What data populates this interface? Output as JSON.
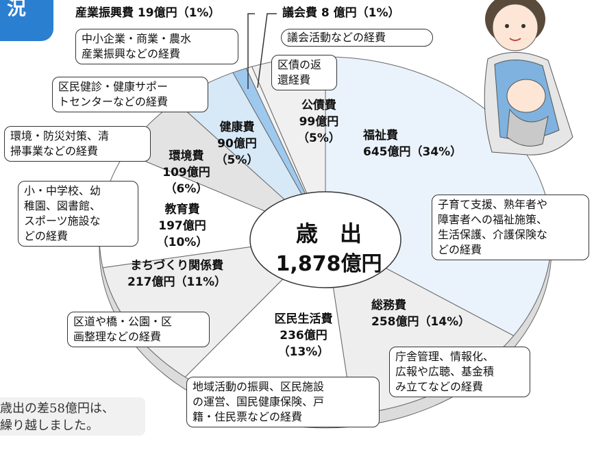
{
  "header": {
    "tab_text": "況"
  },
  "chart_data": {
    "type": "pie",
    "title": "歳　出",
    "total": "1,878億円",
    "categories": [
      "福祉費",
      "総務費",
      "区民生活費",
      "まちづくり関係費",
      "教育費",
      "環境費",
      "健康費",
      "産業振興費",
      "議会費",
      "公債費"
    ],
    "values": [
      645,
      258,
      236,
      217,
      197,
      109,
      90,
      19,
      8,
      99
    ],
    "unit": "億円",
    "labels": {
      "welfare": {
        "name": "福祉費",
        "amount": "645億円（34%）"
      },
      "general": {
        "name": "総務費",
        "amount": "258億円（14%）"
      },
      "citizen": {
        "name": "区民生活費",
        "amount": "236億円",
        "pct": "（13%）"
      },
      "town": {
        "name": "まちづくり関係費",
        "amount": "217億円（11%）"
      },
      "education": {
        "name": "教育費",
        "amount": "197億円",
        "pct": "（10%）"
      },
      "environment": {
        "name": "環境費",
        "amount": "109億円",
        "pct": "（6%）"
      },
      "health": {
        "name": "健康費",
        "amount": "90億円",
        "pct": "（5%）"
      },
      "industry": {
        "text": "産業振興費 19億円（1%）"
      },
      "assembly": {
        "text": "議会費 8 億円（1%）"
      },
      "debt": {
        "name": "公債費",
        "amount": "99億円",
        "pct": "（5%）"
      }
    },
    "notes": {
      "industry": [
        "中小企業・商業・農水",
        "産業振興などの経費"
      ],
      "assembly": [
        "議会活動などの経費"
      ],
      "debt": [
        "区債の返",
        "還経費"
      ],
      "health": [
        "区民健診・健康サポー",
        "トセンターなどの経費"
      ],
      "environment": [
        "環境・防災対策、清",
        "掃事業などの経費"
      ],
      "education": [
        "小・中学校、幼",
        "稚園、図書館、",
        "スポーツ施設な",
        "どの経費"
      ],
      "welfare": [
        "子育て支援、熟年者や",
        "障害者への福祉施策、",
        "生活保護、介護保険な",
        "どの経費"
      ],
      "general": [
        "庁舎管理、情報化、",
        "広報や広聴、基金積",
        "み立てなどの経費"
      ],
      "citizen": [
        "地域活動の振興、区民施設",
        "の運営、国民健康保険、戸",
        "籍・住民票などの経費"
      ],
      "town": [
        "区道や橋・公園・区",
        "画整理などの経費"
      ]
    },
    "colors": {
      "welfare": "#eaf3fb",
      "general": "#eeeeee",
      "citizen": "#ffffff",
      "town": "#eeeeee",
      "education": "#ffffff",
      "environment": "#e3e3e3",
      "health": "#d7e8f6",
      "industry": "#9ec9ee",
      "assembly": "#f3f3f3",
      "debt": "#f0f0f0",
      "tab": "#2b7fd1"
    }
  },
  "footer": {
    "lines": [
      "歳出の差58億円は、",
      "繰り越しました。"
    ]
  }
}
